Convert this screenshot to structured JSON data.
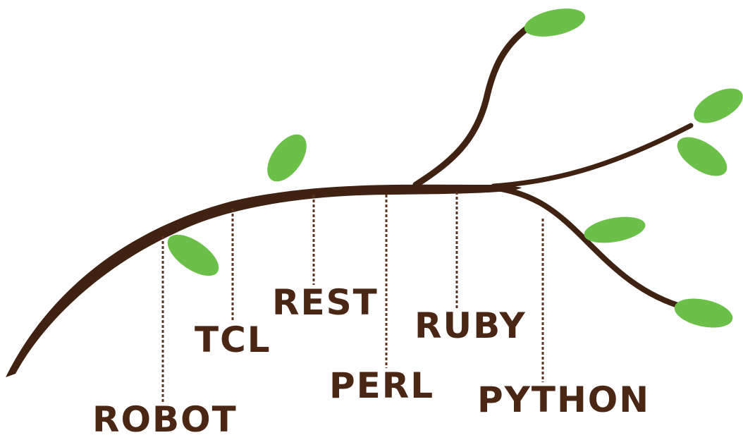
{
  "labels": {
    "robot": "ROBOT",
    "tcl": "TCL",
    "rest": "REST",
    "perl": "PERL",
    "ruby": "RUBY",
    "python": "PYTHON"
  },
  "colors": {
    "branch": "#3f2212",
    "leaf": "#6cc04a",
    "leaf_highlight": "#8ed36c",
    "text": "#4a2614",
    "connector": "#5a3420"
  }
}
